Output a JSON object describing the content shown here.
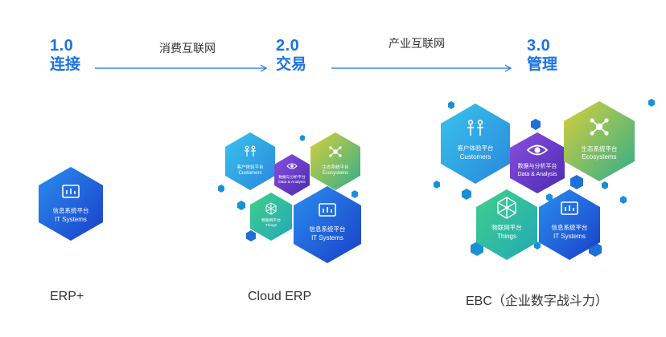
{
  "stages": [
    {
      "number": "1.0",
      "name": "连接"
    },
    {
      "number": "2.0",
      "name": "交易"
    },
    {
      "number": "3.0",
      "name": "管理"
    }
  ],
  "transitions": [
    "消费互联网",
    "产业互联网"
  ],
  "products": [
    "ERP+",
    "Cloud ERP",
    "EBC（企业数字战斗力）"
  ],
  "modules": {
    "it": {
      "cn": "信息系统平台",
      "en": "IT Systems",
      "icon": "bar-chart-icon"
    },
    "customers": {
      "cn": "客户体验平台",
      "en": "Customers",
      "icon": "people-icon"
    },
    "data": {
      "cn": "数据与分析平台",
      "en": "Data & Analysis",
      "icon": "eye-icon"
    },
    "eco": {
      "cn": "生态系统平台",
      "en": "Ecosystems",
      "icon": "network-icon"
    },
    "things": {
      "cn": "物联网平台",
      "en": "Things",
      "icon": "cube-icon"
    }
  },
  "colors": {
    "accent": "#1a73e8",
    "it": "#1f5fd8",
    "customers": "#2fa8e0",
    "data": "#6a3bc8",
    "eco": "#b7c234",
    "things": "#2dbd8c",
    "dot": "#1a8fd8"
  }
}
